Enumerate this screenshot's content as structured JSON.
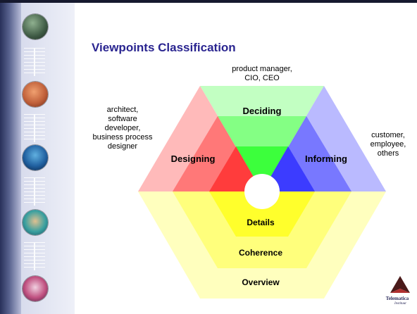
{
  "slide": {
    "title": "Viewpoints Classification"
  },
  "stakeholders": {
    "top": "product manager,\nCIO, CEO",
    "left": "architect,\nsoftware\ndeveloper,\nbusiness process\ndesigner",
    "right": "customer,\nemployee,\nothers"
  },
  "diagram": {
    "segments": {
      "deciding": "Deciding",
      "designing": "Designing",
      "informing": "Informing",
      "details": "Details",
      "coherence": "Coherence",
      "overview": "Overview"
    },
    "colors": {
      "deciding_outer": "#c2ffc2",
      "deciding_mid": "#84ff84",
      "deciding_inner": "#3cff3c",
      "designing_outer": "#ffbaba",
      "designing_mid": "#ff7878",
      "designing_inner": "#ff3c3c",
      "informing_outer": "#babaff",
      "informing_mid": "#7878ff",
      "informing_inner": "#3c3cff",
      "overview": "#ffffbe",
      "coherence": "#ffff7c",
      "details": "#ffff2c"
    }
  },
  "logo": {
    "name": "Telematica",
    "sub": "Instituut"
  }
}
